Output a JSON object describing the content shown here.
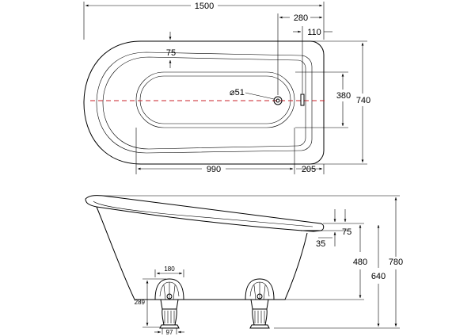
{
  "top_view": {
    "overall_length": "1500",
    "offset_280": "280",
    "offset_110": "110",
    "rim_width": "75",
    "waste_diameter": "⌀51",
    "inner_width": "380",
    "overall_width": "740",
    "inner_length": "990",
    "end_offset": "205"
  },
  "side_view": {
    "rim_75": "75",
    "rim_35": "35",
    "depth_480": "480",
    "height_640": "640",
    "height_780": "780",
    "foot_width": "180",
    "foot_height": "289",
    "foot_base": "97"
  }
}
